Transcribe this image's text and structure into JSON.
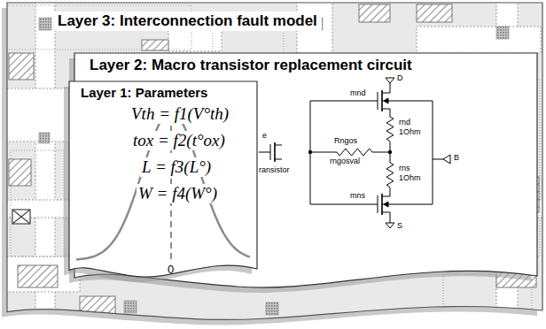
{
  "diagram": {
    "nodes": [
      {
        "text": [
          "Layer 3: Interconnection fault model"
        ]
      },
      {
        "text": [
          "Layer 2: Macro transistor replacement circuit"
        ],
        "in": 0
      },
      {
        "text": [
          "Layer 1: Parameters",
          "Vth = f1(V°th)",
          "tox = f2(t°ox)",
          "L = f3(L°)",
          "W = f4(W°)"
        ],
        "in": 1
      }
    ],
    "labels": [
      "D",
      "mnd",
      "rnd",
      "1Ohm",
      "e",
      "ransistor",
      "Rngos",
      "rngosval",
      "rns",
      "1Ohm",
      "B",
      "mns",
      "S",
      "0"
    ]
  }
}
